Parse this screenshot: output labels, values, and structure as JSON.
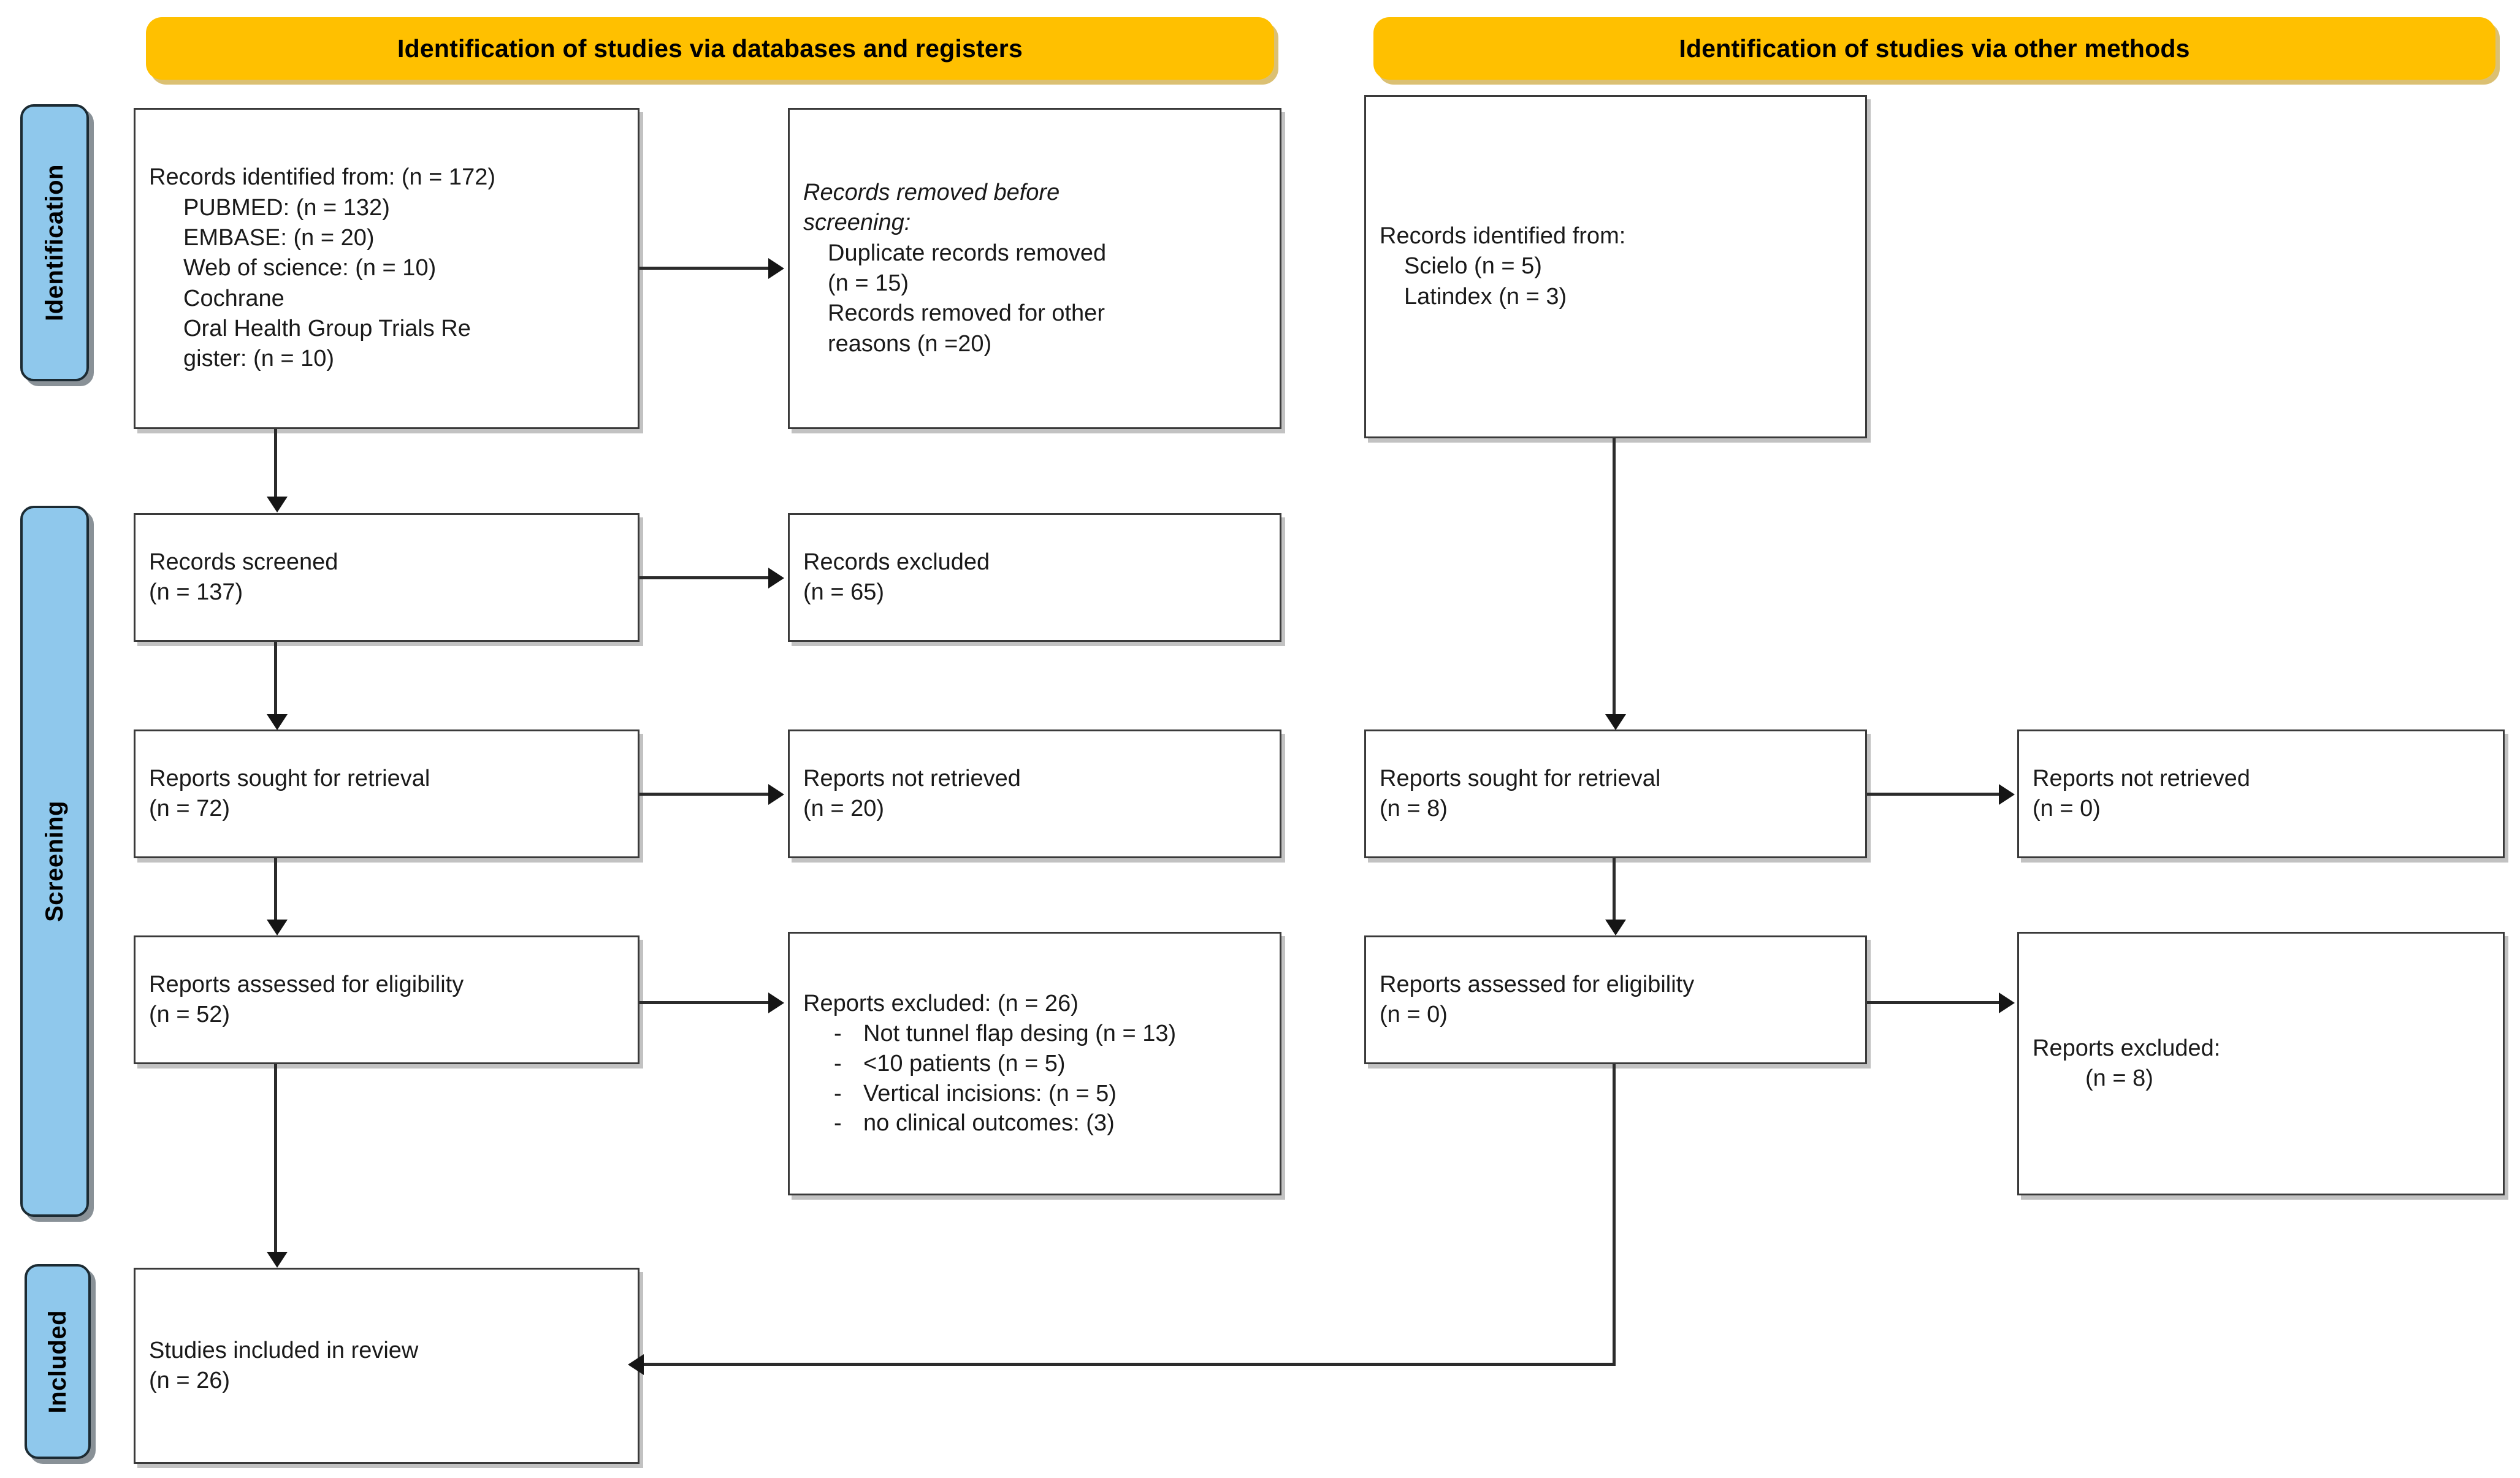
{
  "diagram": {
    "title": "PRISMA 2020 flow diagram",
    "colors": {
      "banner": "#FFC000",
      "stage_tab": "#8FC8EC",
      "box_border": "#3A3A3A",
      "connector": "#2B2B2B",
      "text": "#1A1A1A"
    }
  },
  "banners": [
    {
      "id": "databases",
      "label": "Identification of studies via databases and registers"
    },
    {
      "id": "other",
      "label": "Identification of studies via other methods"
    }
  ],
  "stages": [
    {
      "id": "identification",
      "label": "Identification"
    },
    {
      "id": "screening",
      "label": "Screening"
    },
    {
      "id": "included",
      "label": "Included"
    }
  ],
  "boxes": {
    "records_identified_db": {
      "lines": [
        "Records identified from: (n = 172)",
        "PUBMED: (n = 132)",
        "EMBASE: (n = 20)",
        "Web of science: (n = 10)",
        "Cochrane",
        "Oral Health Group Trials Re",
        "gister: (n = 10)"
      ]
    },
    "records_removed": {
      "lines": [
        "Records removed before",
        "screening:",
        "Duplicate records removed",
        "(n = 15)",
        "Records removed for other",
        "reasons (n =20)"
      ]
    },
    "records_identified_other": {
      "lines": [
        "Records identified from:",
        "Scielo (n = 5)",
        "Latindex (n = 3)"
      ]
    },
    "records_screened": {
      "lines": [
        "Records screened",
        "(n = 137)"
      ]
    },
    "records_excluded": {
      "lines": [
        "Records excluded",
        "(n = 65)"
      ]
    },
    "reports_sought_db": {
      "lines": [
        "Reports sought for retrieval",
        "(n = 72)"
      ]
    },
    "reports_not_retrieved_db": {
      "lines": [
        "Reports not retrieved",
        "(n = 20)"
      ]
    },
    "reports_sought_other": {
      "lines": [
        "Reports sought for retrieval",
        "(n = 8)"
      ]
    },
    "reports_not_retrieved_other": {
      "lines": [
        "Reports not retrieved",
        "(n = 0)"
      ]
    },
    "reports_assessed_db": {
      "lines": [
        "Reports assessed for eligibility",
        "(n = 52)"
      ]
    },
    "reports_excluded_db": {
      "heading": "Reports excluded: (n = 26)",
      "bullet_marker": "-",
      "bullets": [
        "Not tunnel flap desing (n = 13)",
        "<10 patients (n = 5)",
        "Vertical incisions: (n = 5)",
        "no clinical outcomes: (3)"
      ]
    },
    "reports_assessed_other": {
      "lines": [
        "Reports assessed for eligibility",
        "(n = 0)"
      ]
    },
    "reports_excluded_other": {
      "lines": [
        "Reports excluded:",
        "(n = 8)"
      ]
    },
    "studies_included": {
      "lines": [
        "Studies included in review",
        "(n = 26)"
      ]
    }
  },
  "chart_data": {
    "type": "diagram",
    "title": "PRISMA 2020 flow diagram",
    "flow": [
      {
        "stage": "Identification",
        "column": "databases",
        "node": "Records identified from",
        "n": 172,
        "sources": [
          {
            "name": "PUBMED",
            "n": 132
          },
          {
            "name": "EMBASE",
            "n": 20
          },
          {
            "name": "Web of science",
            "n": 10
          },
          {
            "name": "Cochrane Oral Health Group Trials Register",
            "n": 10
          }
        ]
      },
      {
        "stage": "Identification",
        "column": "databases",
        "node": "Records removed before screening",
        "items": [
          {
            "name": "Duplicate records removed",
            "n": 15
          },
          {
            "name": "Records removed for other reasons",
            "n": 20
          }
        ]
      },
      {
        "stage": "Identification",
        "column": "other",
        "node": "Records identified from",
        "sources": [
          {
            "name": "Scielo",
            "n": 5
          },
          {
            "name": "Latindex",
            "n": 3
          }
        ]
      },
      {
        "stage": "Screening",
        "column": "databases",
        "node": "Records screened",
        "n": 137
      },
      {
        "stage": "Screening",
        "column": "databases",
        "node": "Records excluded",
        "n": 65
      },
      {
        "stage": "Screening",
        "column": "databases",
        "node": "Reports sought for retrieval",
        "n": 72
      },
      {
        "stage": "Screening",
        "column": "databases",
        "node": "Reports not retrieved",
        "n": 20
      },
      {
        "stage": "Screening",
        "column": "databases",
        "node": "Reports assessed for eligibility",
        "n": 52
      },
      {
        "stage": "Screening",
        "column": "databases",
        "node": "Reports excluded",
        "n": 26,
        "reasons": [
          {
            "name": "Not tunnel flap desing",
            "n": 13
          },
          {
            "name": "<10 patients",
            "n": 5
          },
          {
            "name": "Vertical incisions",
            "n": 5
          },
          {
            "name": "no clinical outcomes",
            "n": 3
          }
        ]
      },
      {
        "stage": "Screening",
        "column": "other",
        "node": "Reports sought for retrieval",
        "n": 8
      },
      {
        "stage": "Screening",
        "column": "other",
        "node": "Reports not retrieved",
        "n": 0
      },
      {
        "stage": "Screening",
        "column": "other",
        "node": "Reports assessed for eligibility",
        "n": 0
      },
      {
        "stage": "Screening",
        "column": "other",
        "node": "Reports excluded",
        "n": 8
      },
      {
        "stage": "Included",
        "column": "databases",
        "node": "Studies included in review",
        "n": 26
      }
    ]
  }
}
